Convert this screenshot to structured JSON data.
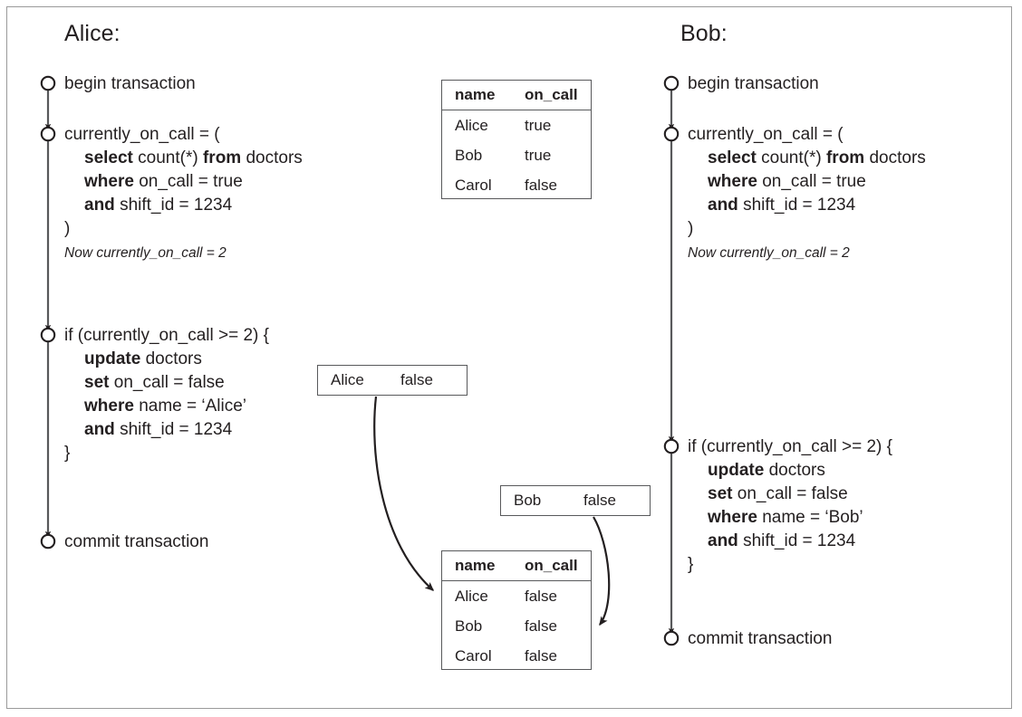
{
  "columns": [
    {
      "title": "Alice:",
      "steps": [
        {
          "label": "begin transaction"
        },
        {
          "lines": [
            {
              "text": "currently_on_call = (",
              "indent": false
            },
            {
              "tokens": [
                [
                  "select",
                  true
                ],
                [
                  "count(*)",
                  false
                ],
                [
                  "from",
                  true
                ],
                [
                  "doctors",
                  false
                ]
              ],
              "indent": true
            },
            {
              "tokens": [
                [
                  "where",
                  true
                ],
                [
                  "on_call = true",
                  false
                ]
              ],
              "indent": true
            },
            {
              "tokens": [
                [
                  "and",
                  true
                ],
                [
                  "shift_id = 1234",
                  false
                ]
              ],
              "indent": true
            },
            {
              "text": ")",
              "indent": false
            }
          ],
          "note": "Now currently_on_call = 2"
        },
        {
          "lines": [
            {
              "text": "if (currently_on_call >= 2) {",
              "indent": false
            },
            {
              "tokens": [
                [
                  "update",
                  true
                ],
                [
                  "doctors",
                  false
                ]
              ],
              "indent": true
            },
            {
              "tokens": [
                [
                  "set",
                  true
                ],
                [
                  "on_call = false",
                  false
                ]
              ],
              "indent": true
            },
            {
              "tokens": [
                [
                  "where",
                  true
                ],
                [
                  "name = ‘Alice’",
                  false
                ]
              ],
              "indent": true
            },
            {
              "tokens": [
                [
                  "and",
                  true
                ],
                [
                  "shift_id = 1234",
                  false
                ]
              ],
              "indent": true
            },
            {
              "text": "}",
              "indent": false
            }
          ]
        },
        {
          "label": "commit transaction"
        }
      ]
    },
    {
      "title": "Bob:",
      "steps": [
        {
          "label": "begin transaction"
        },
        {
          "lines": [
            {
              "text": "currently_on_call = (",
              "indent": false
            },
            {
              "tokens": [
                [
                  "select",
                  true
                ],
                [
                  "count(*)",
                  false
                ],
                [
                  "from",
                  true
                ],
                [
                  "doctors",
                  false
                ]
              ],
              "indent": true
            },
            {
              "tokens": [
                [
                  "where",
                  true
                ],
                [
                  "on_call = true",
                  false
                ]
              ],
              "indent": true
            },
            {
              "tokens": [
                [
                  "and",
                  true
                ],
                [
                  "shift_id = 1234",
                  false
                ]
              ],
              "indent": true
            },
            {
              "text": ")",
              "indent": false
            }
          ],
          "note": "Now currently_on_call = 2"
        },
        {
          "lines": [
            {
              "text": "if (currently_on_call >= 2) {",
              "indent": false
            },
            {
              "tokens": [
                [
                  "update",
                  true
                ],
                [
                  "doctors",
                  false
                ]
              ],
              "indent": true
            },
            {
              "tokens": [
                [
                  "set",
                  true
                ],
                [
                  "on_call = false",
                  false
                ]
              ],
              "indent": true
            },
            {
              "tokens": [
                [
                  "where",
                  true
                ],
                [
                  "name = ‘Bob’",
                  false
                ]
              ],
              "indent": true
            },
            {
              "tokens": [
                [
                  "and",
                  true
                ],
                [
                  "shift_id = 1234",
                  false
                ]
              ],
              "indent": true
            },
            {
              "text": "}",
              "indent": false
            }
          ]
        },
        {
          "label": "commit transaction"
        }
      ]
    }
  ],
  "alice_text": {
    "begin": "begin transaction",
    "commit": "commit transaction",
    "l1": "currently_on_call = (",
    "l2a": "select",
    "l2b": "count(*)",
    "l2c": "from",
    "l2d": "doctors",
    "l3a": "where",
    "l3b": "on_call = true",
    "l4a": "and",
    "l4b": "shift_id = 1234",
    "l5": ")",
    "note": "Now currently_on_call = 2",
    "i1": "if (currently_on_call >= 2) {",
    "i2a": "update",
    "i2b": "doctors",
    "i3a": "set",
    "i3b": "on_call = false",
    "i4a": "where",
    "i4b": "name = ‘Alice’",
    "i5a": "and",
    "i5b": "shift_id = 1234",
    "i6": "}"
  },
  "bob_text": {
    "begin": "begin transaction",
    "commit": "commit transaction",
    "l1": "currently_on_call = (",
    "l2a": "select",
    "l2b": "count(*)",
    "l2c": "from",
    "l2d": "doctors",
    "l3a": "where",
    "l3b": "on_call = true",
    "l4a": "and",
    "l4b": "shift_id = 1234",
    "l5": ")",
    "note": "Now currently_on_call = 2",
    "i1": "if (currently_on_call >= 2) {",
    "i2a": "update",
    "i2b": "doctors",
    "i3a": "set",
    "i3b": "on_call = false",
    "i4a": "where",
    "i4b": "name = ‘Bob’",
    "i5a": "and",
    "i5b": "shift_id = 1234",
    "i6": "}"
  },
  "table_before": {
    "headers": [
      "name",
      "on_call"
    ],
    "rows": [
      [
        "Alice",
        "true"
      ],
      [
        "Bob",
        "true"
      ],
      [
        "Carol",
        "false"
      ]
    ]
  },
  "table_after": {
    "headers": [
      "name",
      "on_call"
    ],
    "rows": [
      [
        "Alice",
        "false"
      ],
      [
        "Bob",
        "false"
      ],
      [
        "Carol",
        "false"
      ]
    ]
  },
  "write_alice": {
    "name": "Alice",
    "value": "false"
  },
  "write_bob": {
    "name": "Bob",
    "value": "false"
  },
  "colors": {
    "frame_border": "#9a9a9a",
    "line": "#58595b",
    "text": "#231f20",
    "box_border": "#58595b",
    "background": "#ffffff"
  }
}
